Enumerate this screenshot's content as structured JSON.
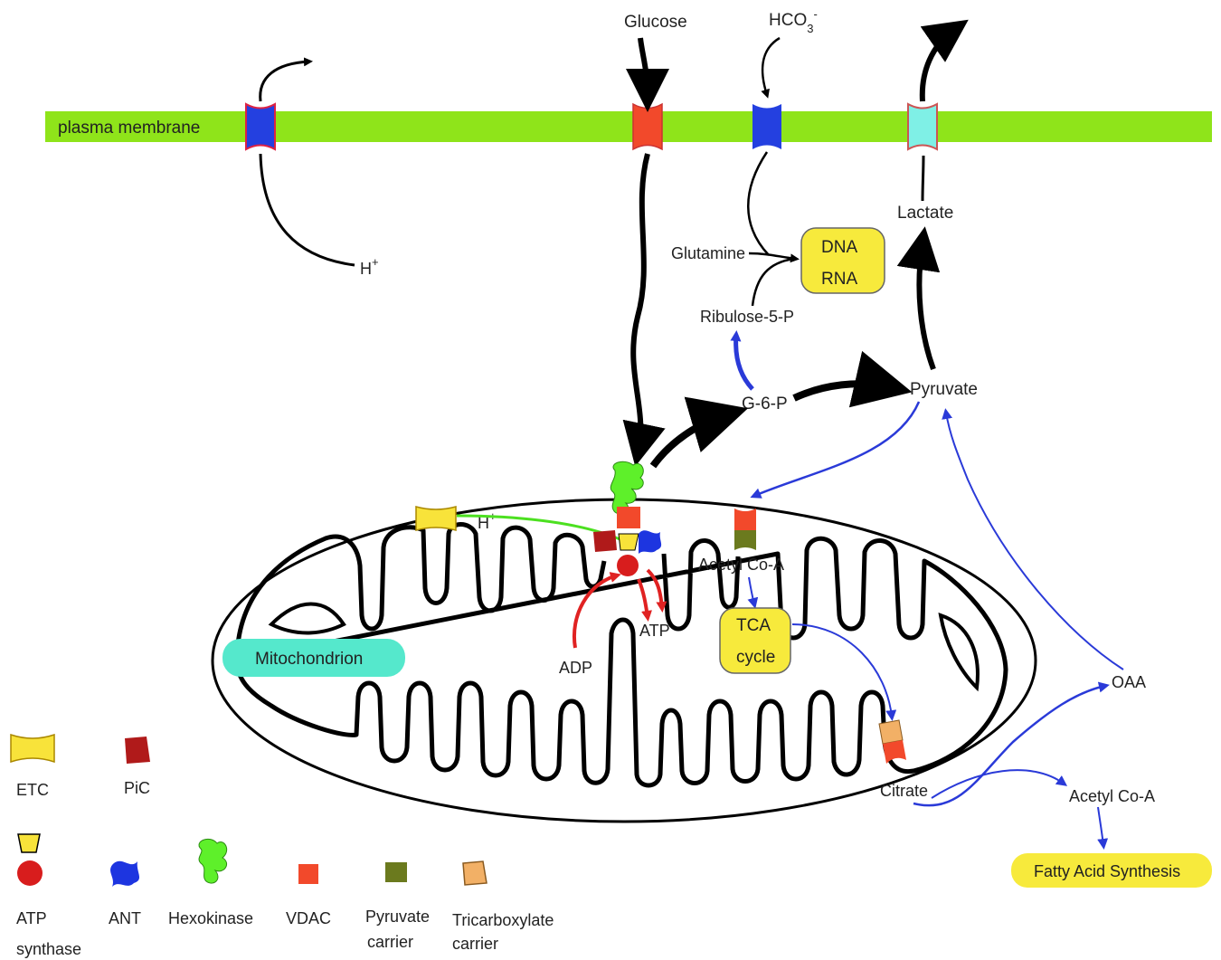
{
  "membrane": {
    "label": "plasma membrane",
    "color": "#8fe41a"
  },
  "labels": {
    "glucose": "Glucose",
    "hco3": "HCO",
    "hco3_sub": "3",
    "hco3_sup": "-",
    "h_plus_top": "H",
    "h_plus_top_sup": "+",
    "lactate": "Lactate",
    "glutamine": "Glutamine",
    "dna": "DNA",
    "rna": "RNA",
    "ribulose": "Ribulose-5-P",
    "g6p": "G-6-P",
    "pyruvate": "Pyruvate",
    "h_plus_mito": "H",
    "h_plus_mito_sup": "+",
    "acetyl_coa_mito": "Acetyl Co-A",
    "tca_1": "TCA",
    "tca_2": "cycle",
    "atp": "ATP",
    "adp": "ADP",
    "mitochondrion": "Mitochondrion",
    "oaa": "OAA",
    "citrate": "Citrate",
    "acetyl_coa_out": "Acetyl Co-A",
    "fatty_acid": "Fatty Acid Synthesis"
  },
  "legend": {
    "etc": "ETC",
    "pic": "PiC",
    "atp_synthase_1": "ATP",
    "atp_synthase_2": "synthase",
    "ant": "ANT",
    "hexokinase": "Hexokinase",
    "vdac": "VDAC",
    "pyruvate_carrier_1": "Pyruvate",
    "pyruvate_carrier_2": "carrier",
    "tricarboxylate_1": "Tricarboxylate",
    "tricarboxylate_2": "carrier"
  },
  "colors": {
    "etc": "#f8e33a",
    "pic": "#b01a1a",
    "atp_synthase": "#d81d1d",
    "ant": "#1d35e0",
    "hexokinase": "#5ef02a",
    "vdac": "#f2492b",
    "pyruvate_carrier": "#6b7a1e",
    "tricarboxylate": "#f2b066",
    "proton_pump": "#2440e0",
    "lactate_transporter": "#7ff0e6",
    "blue_arrow": "#2a3ad8",
    "red_arrow": "#e02222",
    "mito_label_bg": "#55e8cc",
    "box_yellow": "#f7ea3c"
  }
}
